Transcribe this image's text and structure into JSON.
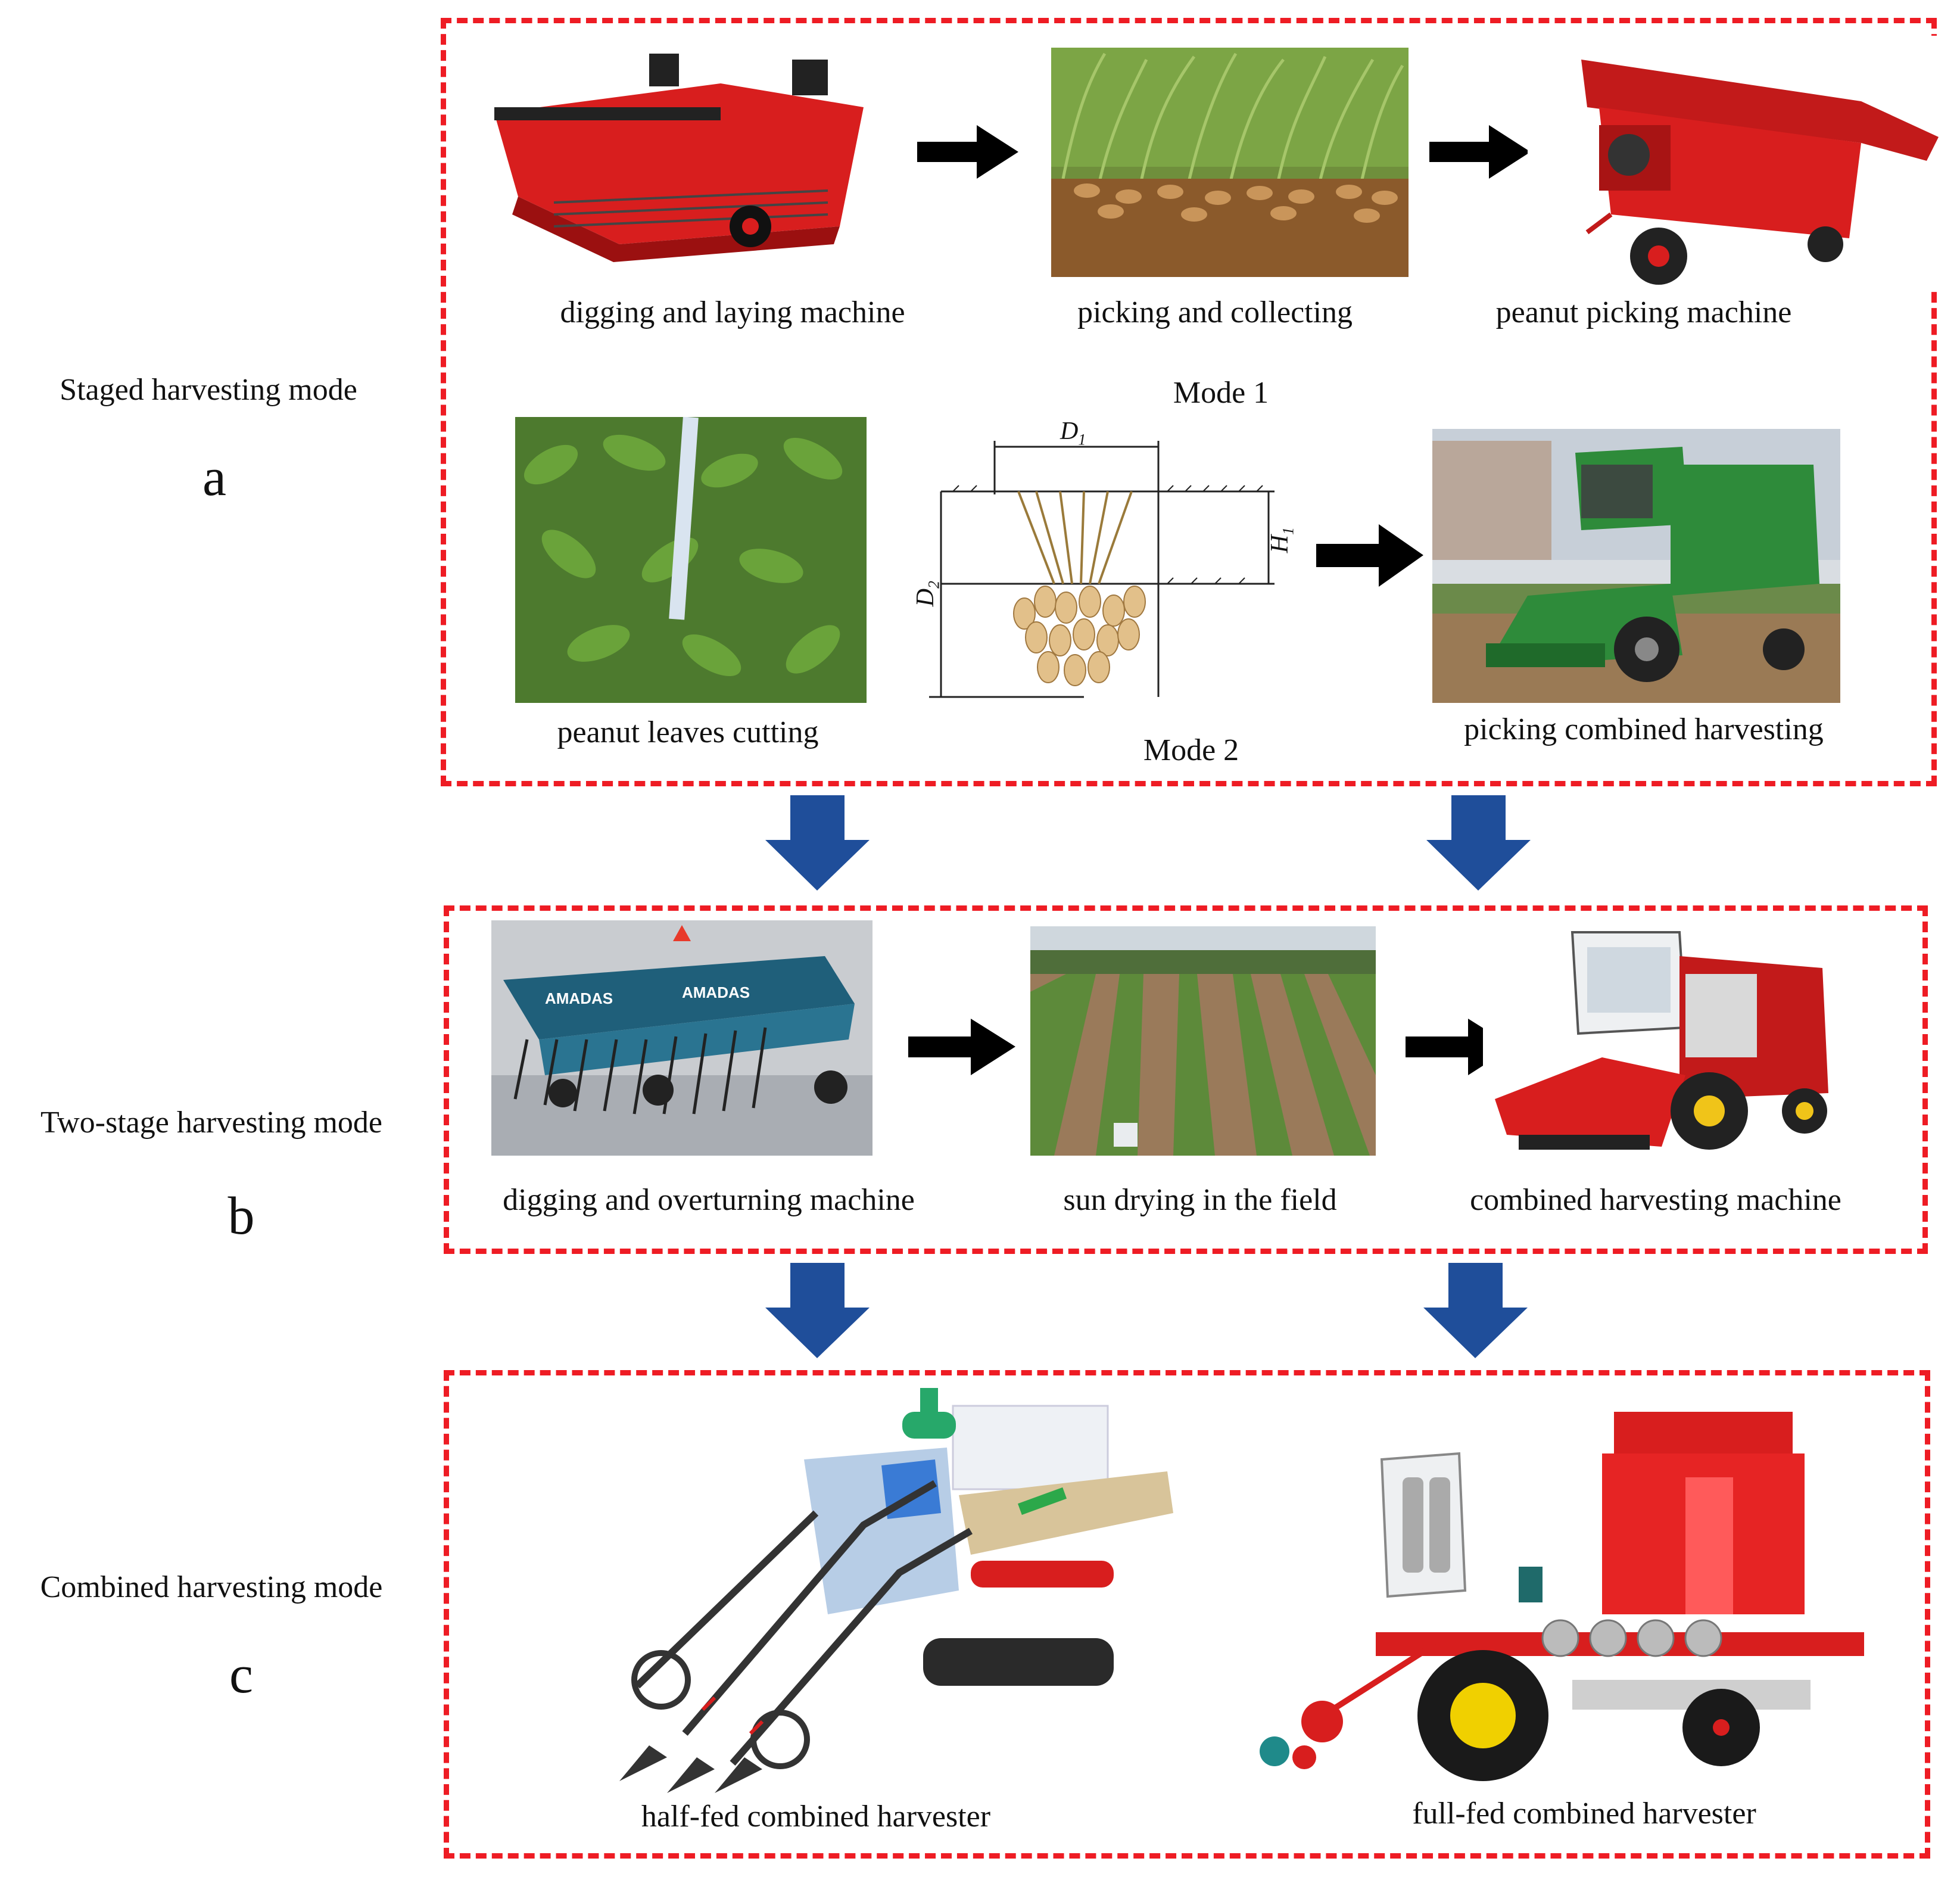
{
  "modes": {
    "staged": {
      "label": "Staged harvesting mode",
      "letter": "a"
    },
    "two_stage": {
      "label": "Two-stage harvesting mode",
      "letter": "b"
    },
    "combined": {
      "label": "Combined harvesting mode",
      "letter": "c"
    }
  },
  "panel_a": {
    "mode1": "Mode 1",
    "mode2": "Mode 2",
    "captions": {
      "digging_laying": "digging and laying machine",
      "picking_collecting": "picking and collecting",
      "peanut_picking": "peanut picking machine",
      "leaves_cutting": "peanut leaves cutting",
      "picking_combined": "picking combined harvesting"
    },
    "diagram_labels": {
      "d1": "D",
      "d1_sub": "1",
      "d2": "D",
      "d2_sub": "2",
      "h1": "H",
      "h1_sub": "1"
    }
  },
  "panel_b": {
    "captions": {
      "digging_overturning": "digging and overturning machine",
      "sun_drying": "sun drying  in the field",
      "combined_machine": "combined harvesting machine"
    },
    "brand": "AMADAS"
  },
  "panel_c": {
    "captions": {
      "half_fed": "half-fed combined harvester",
      "full_fed": "full-fed combined harvester"
    }
  },
  "colors": {
    "dash_red": "#ee1c24",
    "arrow_blue": "#1f4e9a",
    "arrow_black": "#000000",
    "machine_red": "#d81e1e",
    "machine_green": "#2e8b3a"
  }
}
